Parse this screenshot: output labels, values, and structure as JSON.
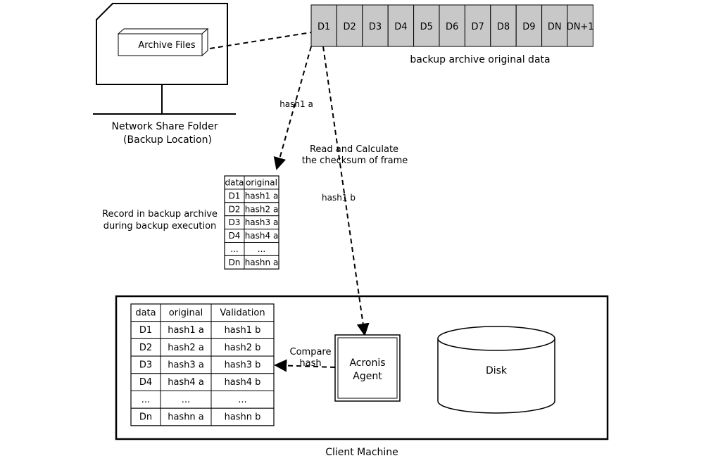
{
  "archive_files_label": "Archive Files",
  "network_share": {
    "line1": "Network Share Folder",
    "line2": "(Backup Location)"
  },
  "data_blocks": [
    "D1",
    "D2",
    "D3",
    "D4",
    "D5",
    "D6",
    "D7",
    "D8",
    "D9",
    "DN",
    "DN+1"
  ],
  "data_blocks_caption": "backup archive original data",
  "arrow_labels": {
    "hash1_a": "hash1 a",
    "read_calc_line1": "Read and Calculate",
    "read_calc_line2": "the checksum of frame",
    "hash1_b": "hash1 b",
    "compare_line1": "Compare",
    "compare_line2": "hash"
  },
  "record_caption": {
    "line1": "Record in backup archive",
    "line2": "during backup execution"
  },
  "record_table": {
    "headers": [
      "data",
      "original"
    ],
    "rows": [
      [
        "D1",
        "hash1 a"
      ],
      [
        "D2",
        "hash2 a"
      ],
      [
        "D3",
        "hash3 a"
      ],
      [
        "D4",
        "hash4 a"
      ],
      [
        "...",
        "..."
      ],
      [
        "Dn",
        "hashn a"
      ]
    ]
  },
  "validation_table": {
    "headers": [
      "data",
      "original",
      "Validation"
    ],
    "rows": [
      [
        "D1",
        "hash1 a",
        "hash1 b"
      ],
      [
        "D2",
        "hash2 a",
        "hash2 b"
      ],
      [
        "D3",
        "hash3 a",
        "hash3 b"
      ],
      [
        "D4",
        "hash4 a",
        "hash4 b"
      ],
      [
        "...",
        "...",
        "..."
      ],
      [
        "Dn",
        "hashn a",
        "hashn b"
      ]
    ]
  },
  "agent": {
    "line1": "Acronis",
    "line2": "Agent"
  },
  "disk_label": "Disk",
  "client_machine_label": "Client Machine"
}
